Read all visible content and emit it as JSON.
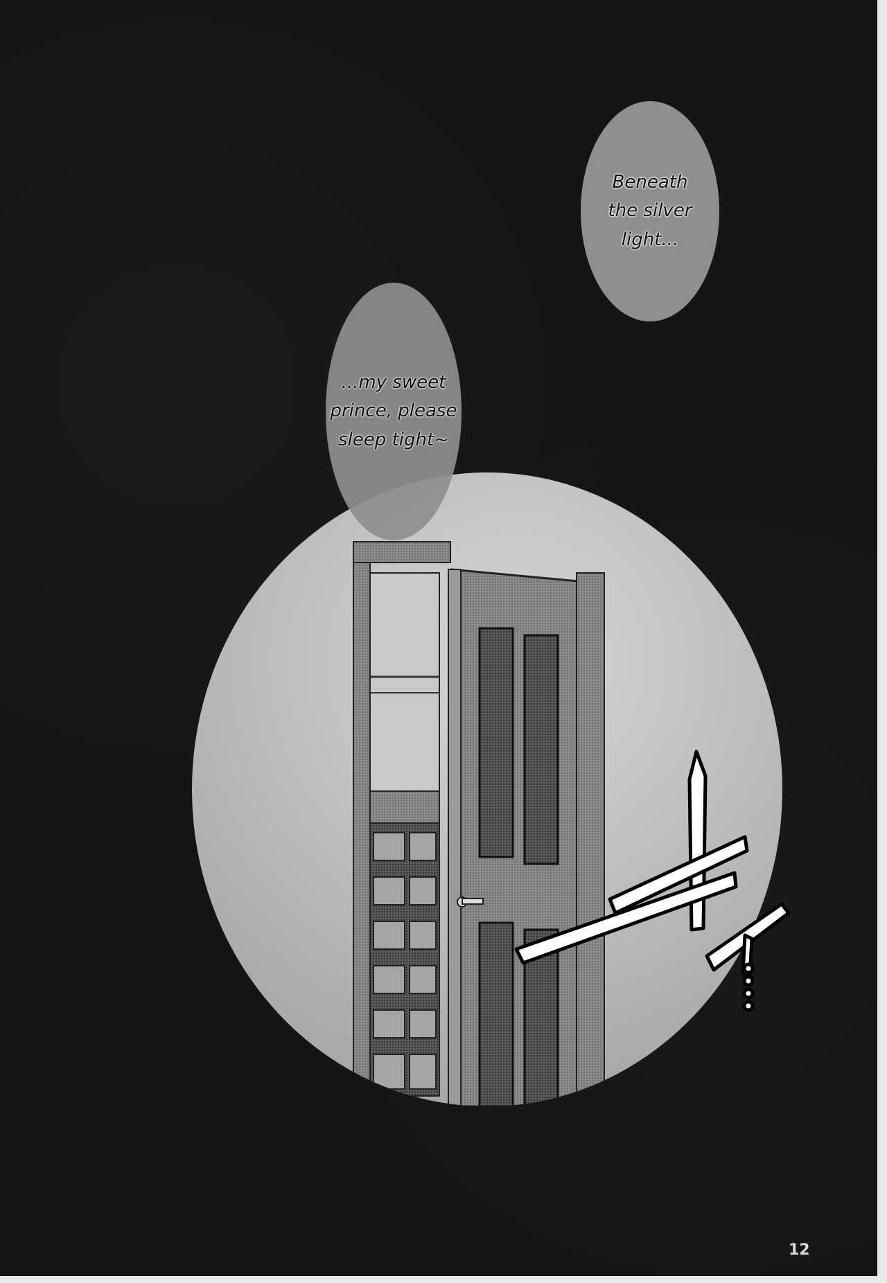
{
  "bubbles": [
    {
      "text": "Beneath\nthe silver\nlight..."
    },
    {
      "text": "...my sweet\nprince, please\nsleep tight~"
    }
  ],
  "page_number": "12",
  "colors": {
    "background": "#141414",
    "moon": "#bdbdbd",
    "bubble": "#8f8f8f",
    "ink": "#111111"
  }
}
